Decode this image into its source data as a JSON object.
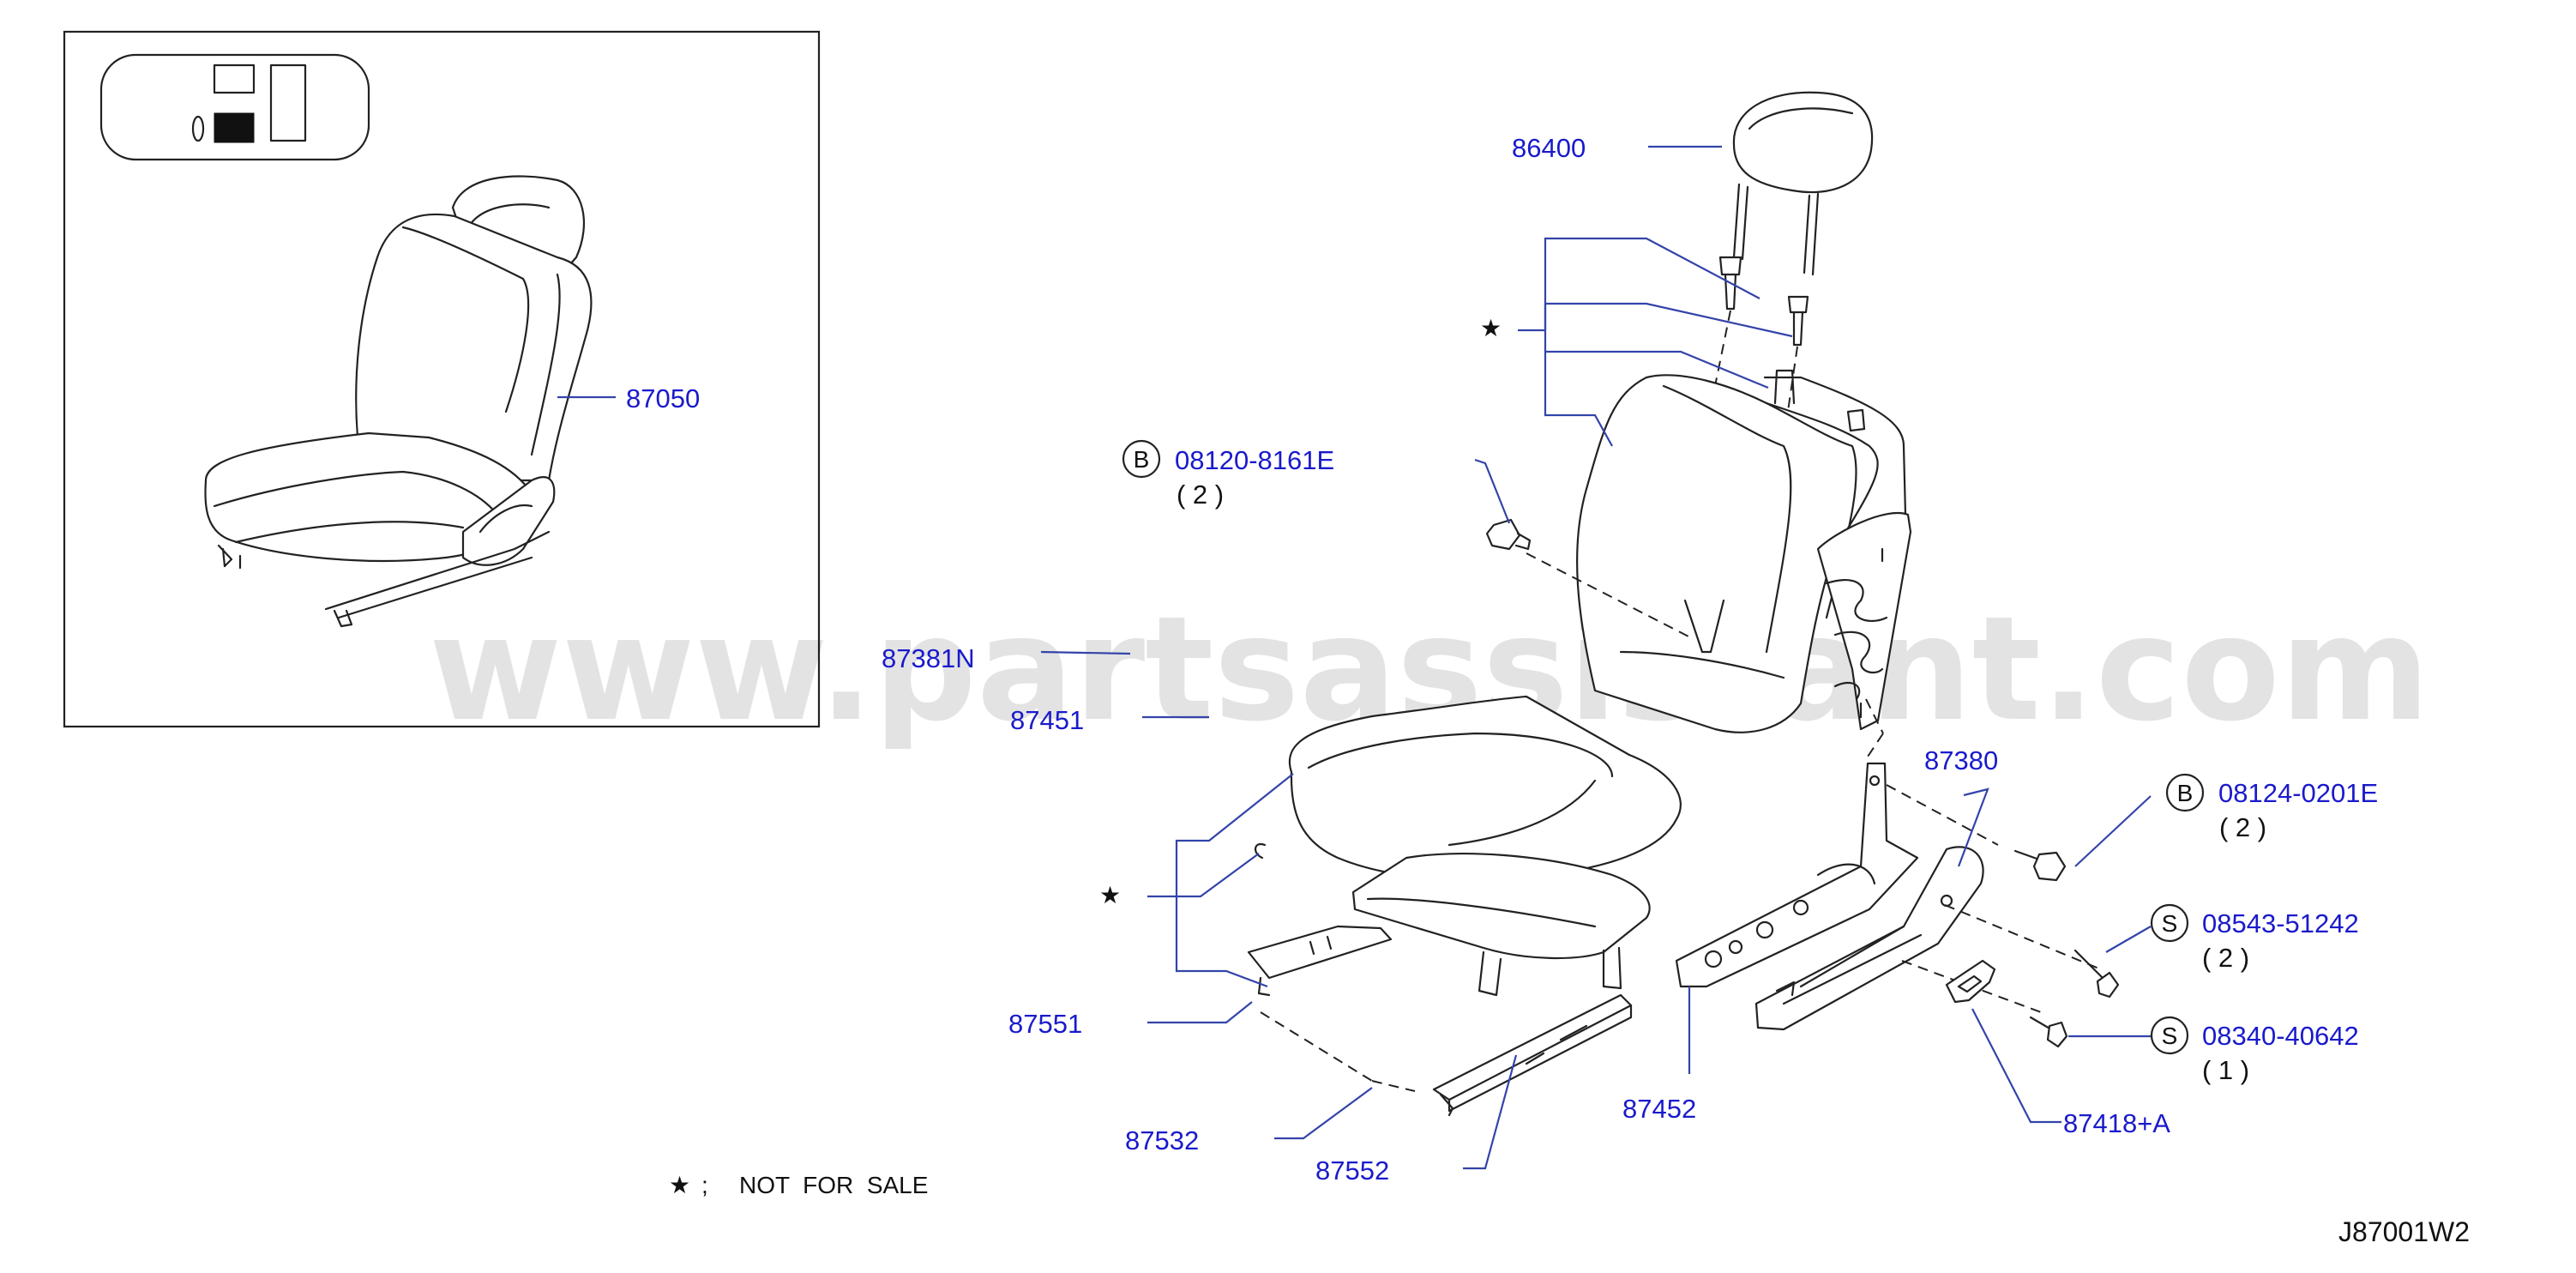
{
  "watermark": "www.partsassistant.com",
  "diagram_code": "J87001W2",
  "legend": {
    "symbol": "★",
    "separator": ";",
    "text": "NOT  FOR  SALE"
  },
  "stars": [
    "★",
    "★"
  ],
  "parts": {
    "p87050": "87050",
    "p86400": "86400",
    "p87381N": "87381N",
    "p87451": "87451",
    "p87380": "87380",
    "p87551": "87551",
    "p87532": "87532",
    "p87552": "87552",
    "p87452": "87452",
    "p87418A": "87418+A"
  },
  "fasteners": [
    {
      "badge": "B",
      "number": "08120-8161E",
      "qty": "( 2 )"
    },
    {
      "badge": "B",
      "number": "08124-0201E",
      "qty": "( 2 )"
    },
    {
      "badge": "S",
      "number": "08543-51242",
      "qty": "( 2 )"
    },
    {
      "badge": "S",
      "number": "08340-40642",
      "qty": "( 1 )"
    }
  ]
}
